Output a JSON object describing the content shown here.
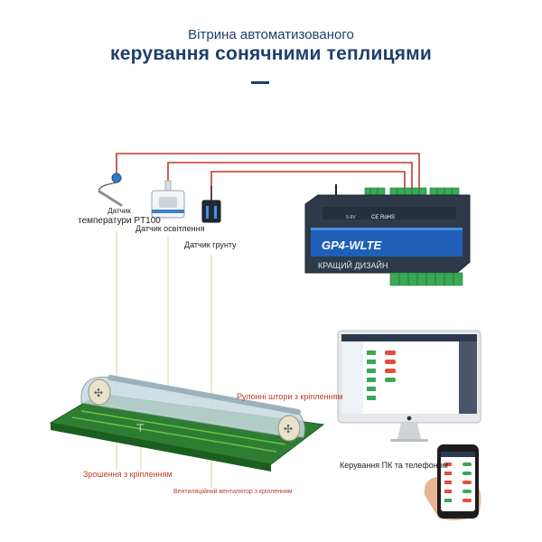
{
  "header": {
    "subtitle": "Вітрина автоматизованого",
    "title": "керування сонячними теплицями"
  },
  "sensors": {
    "temp_label_line1": "Датчик",
    "temp_label_line2": "температури PT100",
    "light_label": "Датчик освітлення",
    "soil_label": "Датчик грунту"
  },
  "controller": {
    "model": "GP4-WLTE",
    "tagline": "КРАЩИЙ ДИЗАЙН",
    "cert": "CE RoHS",
    "voltage": "5-9V"
  },
  "greenhouse": {
    "curtain_label": "Рулонні штори з кріпленням",
    "irrigation_label": "Зрошення з кріпленням",
    "fan_label": "Вентиляційний вентилятор з кріпленням"
  },
  "control": {
    "label": "Керування ПК та телефоном"
  },
  "colors": {
    "title": "#1e3f6b",
    "wire": "#c0392b",
    "controller_body": "#2e3a4a",
    "controller_panel": "#1f5fb8",
    "terminal": "#3aa856",
    "ground": "#2e7d32",
    "tunnel": "#c8d8e0"
  }
}
